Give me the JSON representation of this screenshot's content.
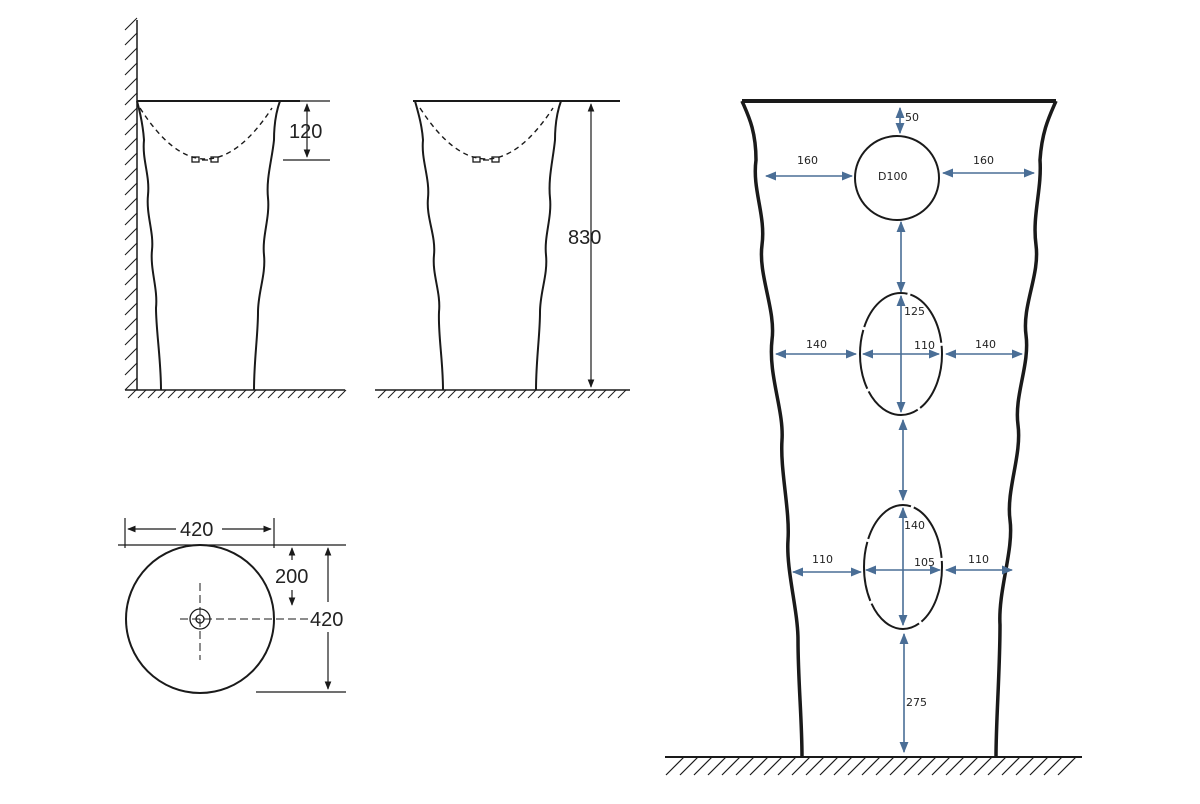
{
  "side_view": {
    "bowl_depth": "120"
  },
  "front_view": {
    "height": "830"
  },
  "top_view": {
    "width": "420",
    "drain_offset": "200",
    "depth": "420"
  },
  "hole_plan": {
    "top_gap": "50",
    "hole1_left": "160",
    "hole1_label": "D100",
    "hole1_right": "160",
    "hole2_height": "125",
    "hole2_left": "140",
    "hole2_width": "110",
    "hole2_right": "140",
    "hole3_height": "140",
    "hole3_left": "110",
    "hole3_width": "105",
    "hole3_right": "110",
    "bottom_gap": "275"
  },
  "colors": {
    "line": "#1a1a1a",
    "dimension_blue": "#4a6e96"
  }
}
